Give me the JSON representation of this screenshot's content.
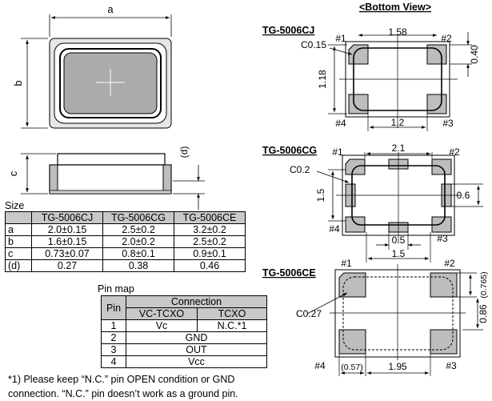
{
  "bottom_view_title": "<Bottom View>",
  "dims_main": {
    "a": "a",
    "b": "b",
    "c": "c",
    "d": "(d)"
  },
  "cj": {
    "title": "TG-5006CJ",
    "pin1": "#1",
    "pin2": "#2",
    "pin3": "#3",
    "pin4": "#4",
    "chamfer": "C0.15",
    "w": "1.58",
    "h": "1.18",
    "pad": "0.40",
    "gap": "1.2"
  },
  "cg": {
    "title": "TG-5006CG",
    "pin1": "#1",
    "pin2": "#2",
    "pin3": "#3",
    "pin4": "#4",
    "chamfer": "C0.2",
    "w": "2.1",
    "h": "1.5",
    "pad": "0.6",
    "pad_w": "0.5",
    "gap": "1.5"
  },
  "ce": {
    "title": "TG-5006CE",
    "pin1": "#1",
    "pin2": "#2",
    "pin3": "#3",
    "pin4": "#4",
    "chamfer": "C0.27",
    "pad_h": "(0.765)",
    "h": "0.86",
    "pad_w": "(0.57)",
    "w": "1.95"
  },
  "size_table": {
    "caption": "Size",
    "headers": [
      "",
      "TG-5006CJ",
      "TG-5006CG",
      "TG-5006CE"
    ],
    "rows": [
      [
        "a",
        "2.0±0.15",
        "2.5±0.2",
        "3.2±0.2"
      ],
      [
        "b",
        "1.6±0.15",
        "2.0±0.2",
        "2.5±0.2"
      ],
      [
        "c",
        "0.73±0.07",
        "0.8±0.1",
        "0.9±0.1"
      ],
      [
        "(d)",
        "0.27",
        "0.38",
        "0.46"
      ]
    ]
  },
  "pin_table": {
    "caption": "Pin map",
    "h_pin": "Pin",
    "h_conn": "Connection",
    "h_vc": "VC-TCXO",
    "h_tcxo": "TCXO",
    "r1": [
      "1",
      "Vc",
      "N.C.*1"
    ],
    "r2": [
      "2",
      "GND"
    ],
    "r3": [
      "3",
      "OUT"
    ],
    "r4": [
      "4",
      "Vcc"
    ]
  },
  "note": {
    "line1": "*1) Please keep “N.C.” pin OPEN condition or GND",
    "line2": "connection. “N.C.” pin doesn’t work as a ground pin."
  }
}
